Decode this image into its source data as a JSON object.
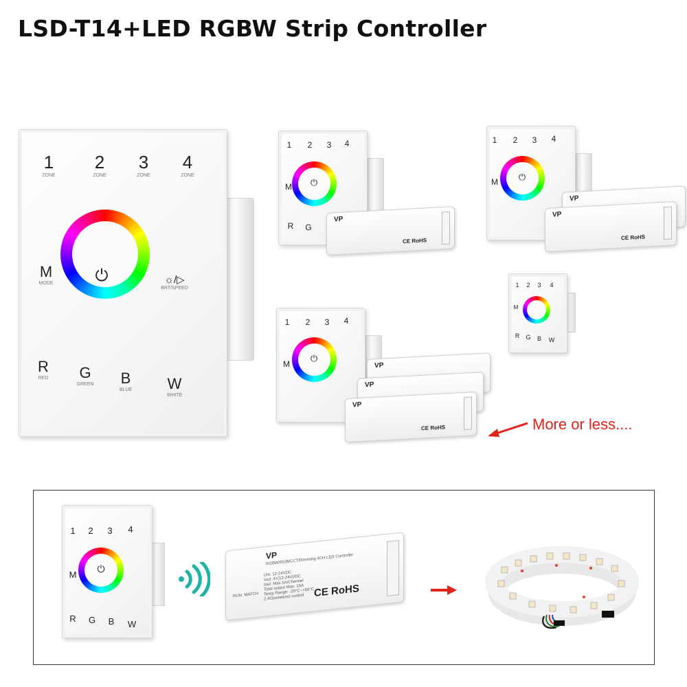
{
  "title": "LSD-T14+LED RGBW Strip Controller",
  "note": "More or less....",
  "panel": {
    "zones": [
      {
        "num": "1",
        "sub": "ZONE"
      },
      {
        "num": "2",
        "sub": "ZONE"
      },
      {
        "num": "3",
        "sub": "ZONE"
      },
      {
        "num": "4",
        "sub": "ZONE"
      }
    ],
    "mode": {
      "key": "M",
      "sub": "MODE"
    },
    "speed": {
      "key": "☼/▷",
      "sub": "BRT/SPEED"
    },
    "colors": [
      {
        "key": "R",
        "sub": "RED"
      },
      {
        "key": "G",
        "sub": "GREEN"
      },
      {
        "key": "B",
        "sub": "BLUE"
      },
      {
        "key": "W",
        "sub": "WHITE"
      }
    ],
    "power_symbol": "⏻"
  },
  "receiver": {
    "brand": "VP",
    "model": "RGBW/RGB/CCT/Dimming 4CH LED Controller",
    "specs": "Uin: 12-24VDC\nIout: 4×(12-24V)/DC\nIout: Max.5A/Channel\nTotal output Max: 15A\nTemp Range: -20°C~+50°C\n2.4G(wireless) control",
    "cert": "CE RoHS",
    "buttons": "RUN  MATCH"
  },
  "icons": [
    "power-icon",
    "wireless-signal-icon",
    "red-arrow-icon",
    "led-strip-reel"
  ],
  "colors": {
    "accent_red": "#e2231a",
    "frame": "#333333"
  }
}
